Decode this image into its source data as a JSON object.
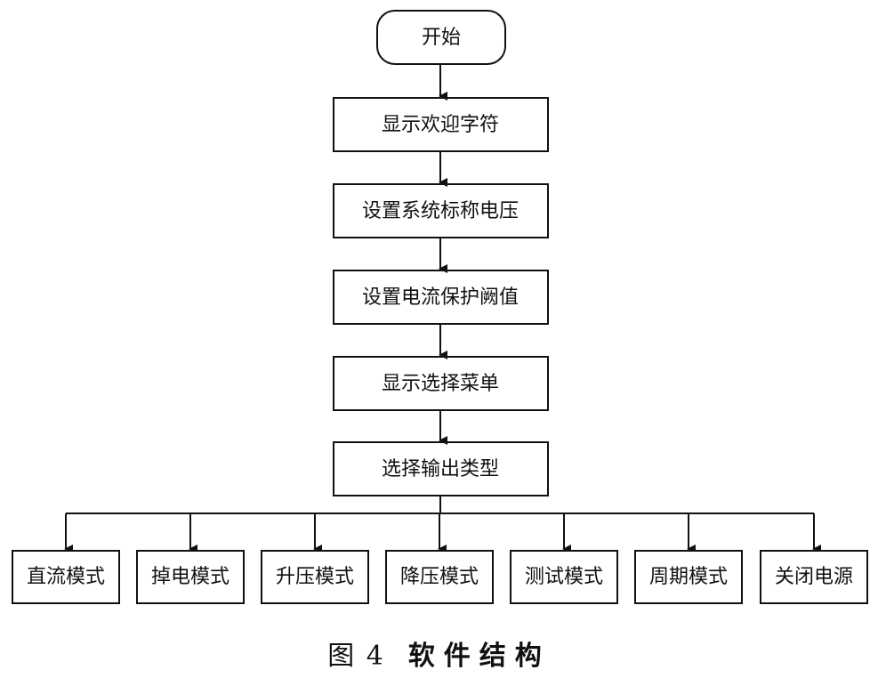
{
  "diagram": {
    "start": {
      "label": "开始"
    },
    "steps": [
      {
        "id": "welcome",
        "label": "显示欢迎字符"
      },
      {
        "id": "voltage",
        "label": "设置系统标称电压"
      },
      {
        "id": "current",
        "label": "设置电流保护阙值"
      },
      {
        "id": "menu",
        "label": "显示选择菜单"
      },
      {
        "id": "select",
        "label": "选择输出类型"
      }
    ],
    "modes": [
      {
        "id": "dc",
        "label": "直流模式"
      },
      {
        "id": "powerdown",
        "label": "掉电模式"
      },
      {
        "id": "boost",
        "label": "升压模式"
      },
      {
        "id": "buck",
        "label": "降压模式"
      },
      {
        "id": "test",
        "label": "测试模式"
      },
      {
        "id": "periodic",
        "label": "周期模式"
      },
      {
        "id": "off",
        "label": "关闭电源"
      }
    ]
  },
  "caption": {
    "figure_number": "图 4",
    "title": "软件结构"
  }
}
